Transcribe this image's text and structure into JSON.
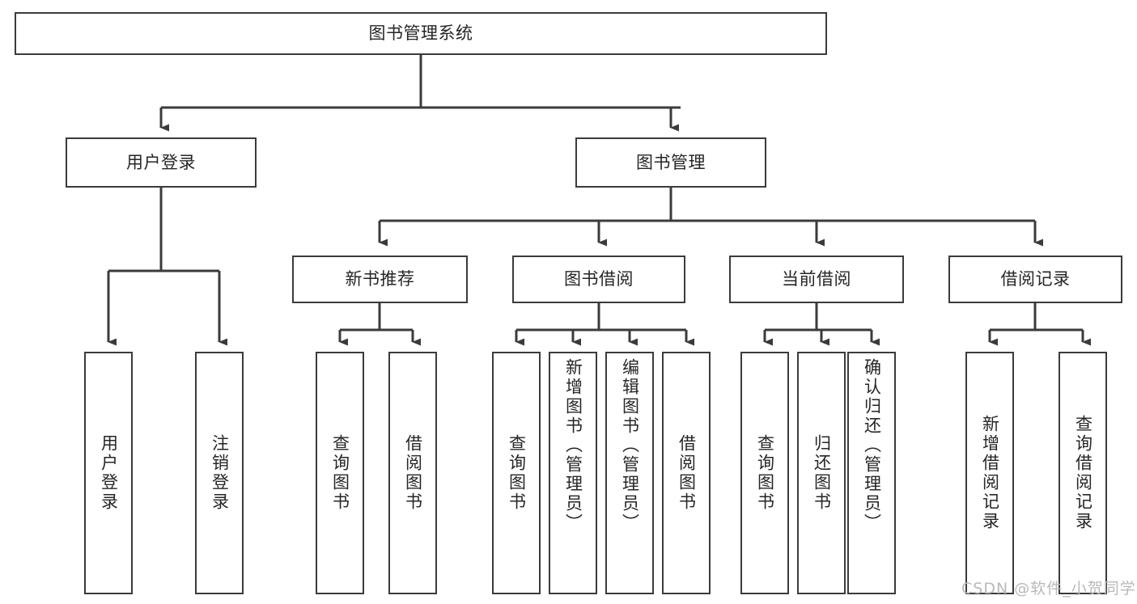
{
  "diagram": {
    "title": "图书管理系统",
    "type": "tree",
    "colors": {
      "box_border": "#3b3b3b",
      "box_fill": "#ffffff",
      "connector": "#3b3b3b",
      "text": "#262626",
      "watermark": "#b9b9b9",
      "background": "#ffffff"
    },
    "root": {
      "label": "图书管理系统"
    },
    "level2": [
      {
        "label": "用户登录"
      },
      {
        "label": "图书管理"
      }
    ],
    "level3": [
      {
        "label": "新书推荐"
      },
      {
        "label": "图书借阅"
      },
      {
        "label": "当前借阅"
      },
      {
        "label": "借阅记录"
      }
    ],
    "leaves": {
      "user_login": [
        {
          "label": "用户登录"
        },
        {
          "label": "注销登录"
        }
      ],
      "new_book_recommend": [
        {
          "label": "查询图书"
        },
        {
          "label": "借阅图书"
        }
      ],
      "book_borrow": [
        {
          "label": "查询图书"
        },
        {
          "label": "新增图书（管理员）"
        },
        {
          "label": "编辑图书（管理员）"
        },
        {
          "label": "借阅图书"
        }
      ],
      "current_borrow": [
        {
          "label": "查询图书"
        },
        {
          "label": "归还图书"
        },
        {
          "label": "确认归还（管理员）"
        }
      ],
      "borrow_record": [
        {
          "label": "新增借阅记录"
        },
        {
          "label": "查询借阅记录"
        }
      ]
    }
  },
  "watermark": {
    "text": "CSDN @软件_小贺同学"
  }
}
